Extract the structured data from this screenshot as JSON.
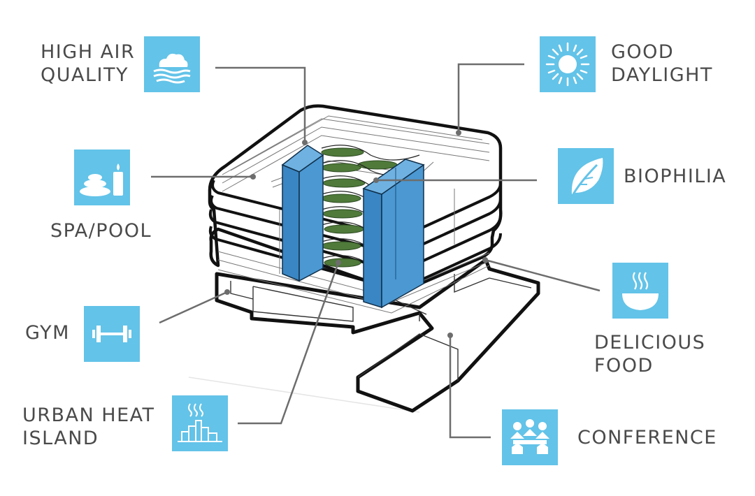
{
  "features": [
    {
      "id": "air",
      "label": "HIGH AIR\nQUALITY",
      "icon": "cloud-wind-icon"
    },
    {
      "id": "daylight",
      "label": "GOOD\nDAYLIGHT",
      "icon": "sun-icon"
    },
    {
      "id": "spa",
      "label": "SPA/POOL",
      "icon": "spa-stones-candle-icon"
    },
    {
      "id": "biophilia",
      "label": "BIOPHILIA",
      "icon": "leaf-icon"
    },
    {
      "id": "gym",
      "label": "GYM",
      "icon": "dumbbell-icon"
    },
    {
      "id": "food",
      "label": "DELICIOUS\nFOOD",
      "icon": "steaming-bowl-icon"
    },
    {
      "id": "heat",
      "label": "URBAN HEAT\nISLAND",
      "icon": "city-heat-icon"
    },
    {
      "id": "conference",
      "label": "CONFERENCE",
      "icon": "meeting-table-icon"
    }
  ],
  "colors": {
    "icon_bg": "#63c3e8",
    "core_blue": "#3a86c4",
    "label_text": "#4a4a4a",
    "leader_line": "#6d6d6d",
    "building_outline": "#111111",
    "greenery": "#4f7a3a"
  }
}
